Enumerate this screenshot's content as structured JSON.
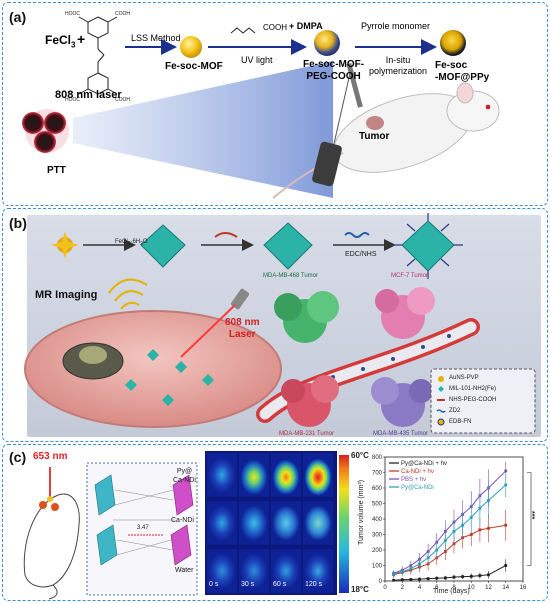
{
  "panel_a": {
    "label": "(a)",
    "fecl3": "FeCl",
    "fecl3_sub": "3",
    "plus": "+",
    "lss_method": "LSS Method",
    "fe_soc_mof": "Fe-soc-MOF",
    "peg_cooh": "COOH",
    "plus_dmpa": "+ DMPA",
    "uv_light": "UV light",
    "peg_product_line1": "Fe-soc-MOF-",
    "peg_product_line2": "PEG-COOH",
    "pyrrole_monomer": "Pyrrole monomer",
    "insitu_line1": "In-situ",
    "insitu_line2": "polymerization",
    "final_line1": "Fe-soc",
    "final_line2": "-MOF@PPy",
    "cooh": "COOH",
    "hooc": "HOOC",
    "laser": "808 nm laser",
    "ptt": "PTT",
    "tumor": "Tumor"
  },
  "panel_b": {
    "label": "(b)",
    "reagent1": "FeCl",
    "reagent1_sub": "3",
    "reagent1_tail": "·6H",
    "reagent1_sub2": "2",
    "reagent1_tail2": "O",
    "edc_nhs": "EDC/NHS",
    "mr_imaging": "MR Imaging",
    "laser_line1": "808 nm",
    "laser_line2": "Laser",
    "tumor_468": "MDA-MB-468 Tumor",
    "tumor_mcf7": "MCF-7 Tumor",
    "tumor_231": "MDA-MB-231 Tumor",
    "tumor_435": "MDA-MB-435 Tumor",
    "legend": [
      "AuNS-PVP",
      "MIL-101-NH2(Fe)",
      "NHS-PEG-COOH",
      "ZD2",
      "EDB-FN"
    ]
  },
  "panel_c": {
    "label": "(c)",
    "wavelength": "653 nm",
    "distance": "3.47",
    "row_labels": [
      "Py@\nCa-NDi",
      "Ca-NDi",
      "Water"
    ],
    "time_labels": [
      "0 s",
      "30 s",
      "60 s",
      "120 s"
    ],
    "colorbar_max": "60°C",
    "colorbar_min": "18°C",
    "significance": "***"
  },
  "chart_data": {
    "type": "line",
    "xlabel": "Time (days)",
    "ylabel": "Tumor volume (mm³)",
    "xlim": [
      0,
      16
    ],
    "ylim": [
      0,
      800
    ],
    "xticks": [
      0,
      2,
      4,
      6,
      8,
      10,
      12,
      14,
      16
    ],
    "yticks": [
      0,
      100,
      200,
      300,
      400,
      500,
      600,
      700,
      800
    ],
    "legend_position": "top-left",
    "x": [
      1,
      2,
      3,
      4,
      5,
      6,
      7,
      8,
      9,
      10,
      11,
      12,
      14
    ],
    "series": [
      {
        "name": "Py@Ca-NDi + hν",
        "color": "#222222",
        "values": [
          5,
          8,
          10,
          12,
          15,
          18,
          20,
          25,
          28,
          30,
          35,
          40,
          100
        ],
        "err": [
          10,
          10,
          10,
          10,
          12,
          12,
          14,
          15,
          15,
          18,
          20,
          25,
          40
        ]
      },
      {
        "name": "Ca-NDi + hν",
        "color": "#c0392b",
        "values": [
          40,
          55,
          70,
          90,
          110,
          150,
          190,
          240,
          280,
          300,
          330,
          340,
          360
        ],
        "err": [
          20,
          25,
          30,
          35,
          40,
          45,
          55,
          60,
          70,
          75,
          80,
          90,
          100
        ]
      },
      {
        "name": "PBS + hν",
        "color": "#7b4fb5",
        "values": [
          50,
          70,
          100,
          140,
          190,
          250,
          320,
          380,
          430,
          480,
          550,
          600,
          710
        ],
        "err": [
          20,
          25,
          30,
          40,
          50,
          60,
          70,
          80,
          90,
          100,
          110,
          120,
          60
        ]
      },
      {
        "name": "Py@Ca-NDi",
        "color": "#2a9fbd",
        "values": [
          45,
          60,
          80,
          110,
          150,
          200,
          260,
          320,
          360,
          410,
          470,
          520,
          620
        ],
        "err": [
          20,
          25,
          30,
          35,
          45,
          55,
          65,
          75,
          85,
          95,
          105,
          110,
          80
        ]
      }
    ]
  }
}
